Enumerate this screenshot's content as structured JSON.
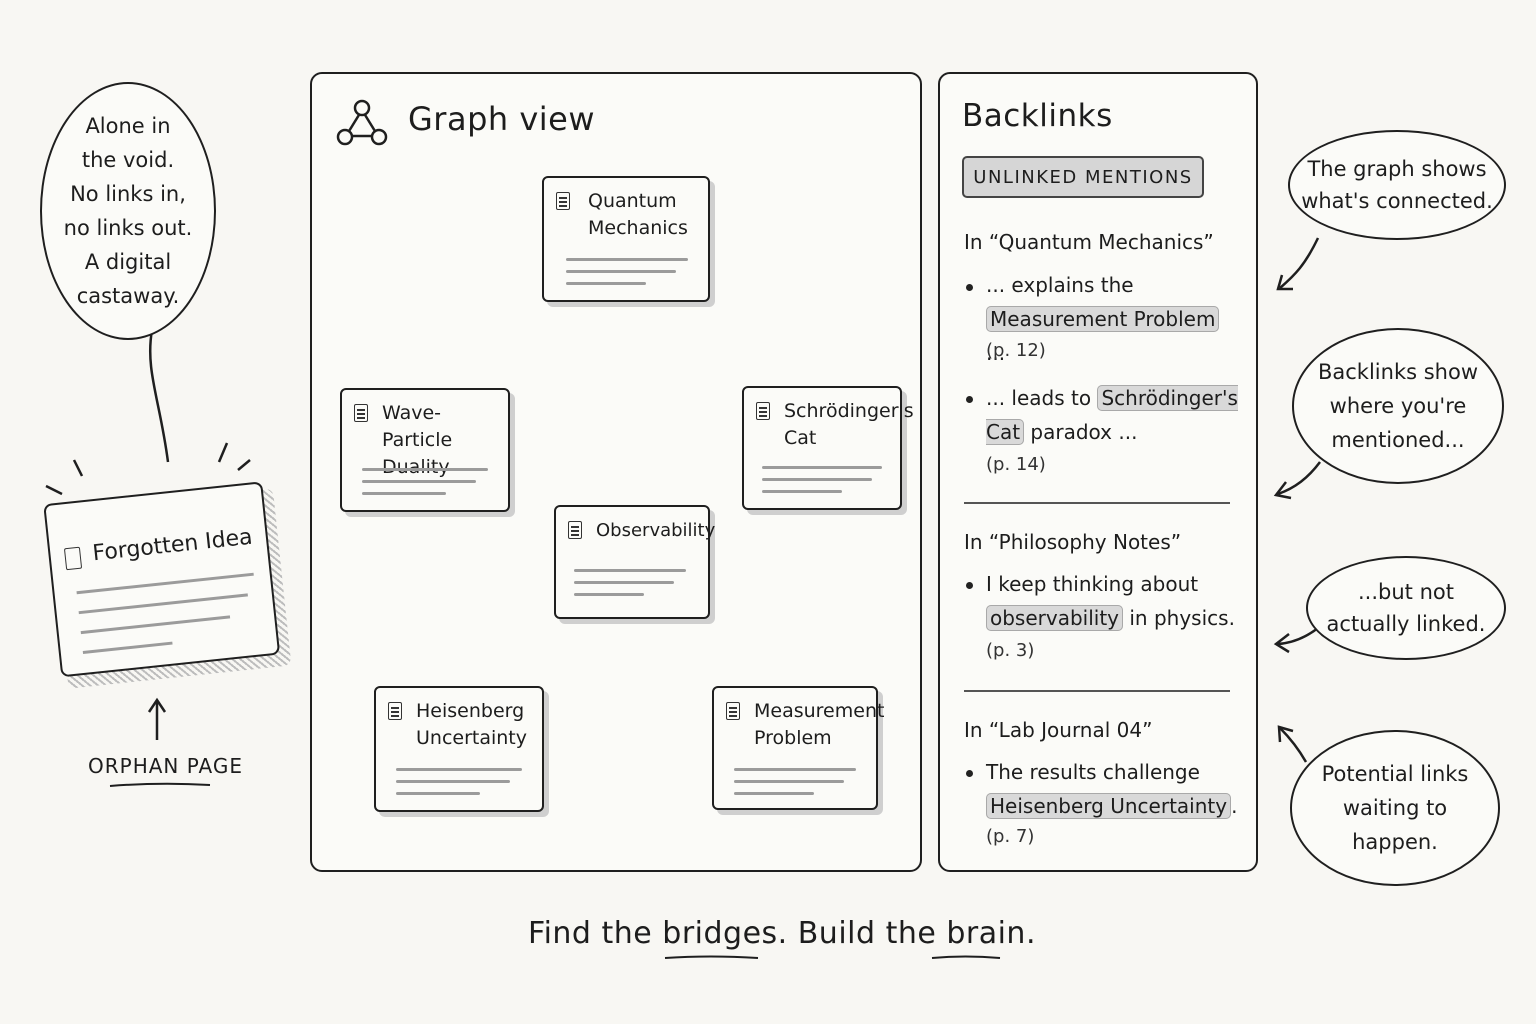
{
  "orphan": {
    "bubble_text": "Alone in\nthe void.\nNo links in,\nno links out.\nA digital\ncastaway.",
    "card_title": "Forgotten Idea",
    "label": "ORPHAN PAGE"
  },
  "graph": {
    "title": "Graph view",
    "icon": "graph-icon",
    "nodes": [
      {
        "label": "Quantum\nMechanics"
      },
      {
        "label": "Wave-Particle\nDuality"
      },
      {
        "label": "Schrödinger's\nCat"
      },
      {
        "label": "Observability"
      },
      {
        "label": "Heisenberg\nUncertainty"
      },
      {
        "label": "Measurement\nProblem"
      }
    ]
  },
  "backlinks": {
    "title": "Backlinks",
    "badge": "UNLINKED MENTIONS",
    "sections": [
      {
        "heading": "In “Quantum Mechanics”",
        "items": [
          {
            "before": "... explains the",
            "highlight": "Measurement Problem",
            "after": "...",
            "page": "(p. 12)"
          },
          {
            "before": "... leads to",
            "highlight": "Schrödinger's Cat",
            "after": "paradox ...",
            "page": "(p. 14)"
          }
        ]
      },
      {
        "heading": "In “Philosophy Notes”",
        "items": [
          {
            "before": "I keep thinking about",
            "highlight": "observability",
            "after": "in physics.",
            "page": "(p. 3)"
          }
        ]
      },
      {
        "heading": "In “Lab Journal 04”",
        "items": [
          {
            "before": "The results challenge",
            "highlight": "Heisenberg Uncertainty",
            "after": ".",
            "page": "(p. 7)"
          }
        ]
      }
    ]
  },
  "callouts": [
    {
      "text": "The graph shows\nwhat's connected."
    },
    {
      "text": "Backlinks show\nwhere you're\nmentioned..."
    },
    {
      "text": "...but not\nactually linked."
    },
    {
      "text": "Potential links\nwaiting to\nhappen."
    }
  ],
  "footer": {
    "tagline": "Find the bridges. Build the brain."
  }
}
